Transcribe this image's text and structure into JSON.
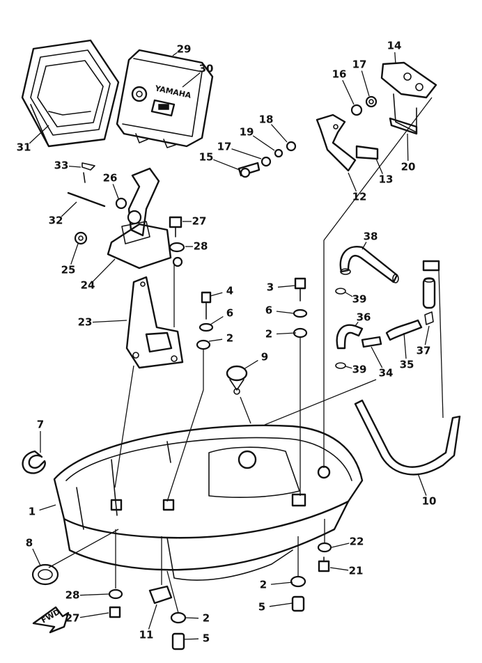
{
  "diagram": {
    "parts": [
      {
        "id": "p1",
        "number": "1"
      },
      {
        "id": "p2a",
        "number": "2"
      },
      {
        "id": "p2b",
        "number": "2"
      },
      {
        "id": "p2c",
        "number": "2"
      },
      {
        "id": "p2d",
        "number": "2"
      },
      {
        "id": "p3",
        "number": "3"
      },
      {
        "id": "p4",
        "number": "4"
      },
      {
        "id": "p5a",
        "number": "5"
      },
      {
        "id": "p5b",
        "number": "5"
      },
      {
        "id": "p6a",
        "number": "6"
      },
      {
        "id": "p6b",
        "number": "6"
      },
      {
        "id": "p7",
        "number": "7"
      },
      {
        "id": "p8",
        "number": "8"
      },
      {
        "id": "p9",
        "number": "9"
      },
      {
        "id": "p10",
        "number": "10"
      },
      {
        "id": "p11",
        "number": "11"
      },
      {
        "id": "p12",
        "number": "12"
      },
      {
        "id": "p13",
        "number": "13"
      },
      {
        "id": "p14",
        "number": "14"
      },
      {
        "id": "p15",
        "number": "15"
      },
      {
        "id": "p16",
        "number": "16"
      },
      {
        "id": "p17a",
        "number": "17"
      },
      {
        "id": "p17b",
        "number": "17"
      },
      {
        "id": "p18",
        "number": "18"
      },
      {
        "id": "p19",
        "number": "19"
      },
      {
        "id": "p20",
        "number": "20"
      },
      {
        "id": "p21",
        "number": "21"
      },
      {
        "id": "p22",
        "number": "22"
      },
      {
        "id": "p23",
        "number": "23"
      },
      {
        "id": "p24",
        "number": "24"
      },
      {
        "id": "p25",
        "number": "25"
      },
      {
        "id": "p26",
        "number": "26"
      },
      {
        "id": "p27a",
        "number": "27"
      },
      {
        "id": "p27b",
        "number": "27"
      },
      {
        "id": "p28a",
        "number": "28"
      },
      {
        "id": "p28b",
        "number": "28"
      },
      {
        "id": "p29",
        "number": "29"
      },
      {
        "id": "p30",
        "number": "30"
      },
      {
        "id": "p31",
        "number": "31"
      },
      {
        "id": "p32",
        "number": "32"
      },
      {
        "id": "p33",
        "number": "33"
      },
      {
        "id": "p34",
        "number": "34"
      },
      {
        "id": "p35",
        "number": "35"
      },
      {
        "id": "p36",
        "number": "36"
      },
      {
        "id": "p37",
        "number": "37"
      },
      {
        "id": "p38",
        "number": "38"
      },
      {
        "id": "p39a",
        "number": "39"
      },
      {
        "id": "p39b",
        "number": "39"
      }
    ],
    "fwd_label": "FWD",
    "brand_label": "YAMAHA"
  }
}
